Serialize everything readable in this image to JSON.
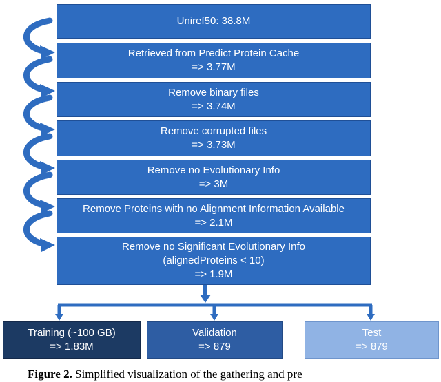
{
  "steps": [
    {
      "lines": [
        "Uniref50:  38.8M"
      ]
    },
    {
      "lines": [
        "Retrieved from Predict Protein Cache",
        "=> 3.77M"
      ]
    },
    {
      "lines": [
        "Remove binary files",
        "=> 3.74M"
      ]
    },
    {
      "lines": [
        "Remove corrupted files",
        "=> 3.73M"
      ]
    },
    {
      "lines": [
        "Remove no Evolutionary Info",
        "=> 3M"
      ]
    },
    {
      "lines": [
        "Remove Proteins with no Alignment Information Available",
        "=> 2.1M"
      ]
    },
    {
      "lines": [
        "Remove no Significant Evolutionary Info",
        "(alignedProteins < 10)",
        "=> 1.9M"
      ]
    }
  ],
  "splits": [
    {
      "lines": [
        "Training (~100 GB)",
        "=> 1.83M"
      ]
    },
    {
      "lines": [
        "Validation",
        "=> 879"
      ]
    },
    {
      "lines": [
        "Test",
        "=> 879"
      ]
    }
  ],
  "caption": {
    "label": "Figure 2.",
    "text": "Simplified visualization of the gathering and pre"
  },
  "colors": {
    "step_box": "#2e6cc0",
    "arrow": "#2e6cc0",
    "training": "#1c3a63",
    "validation": "#2e5da3",
    "test": "#90b3e4"
  }
}
